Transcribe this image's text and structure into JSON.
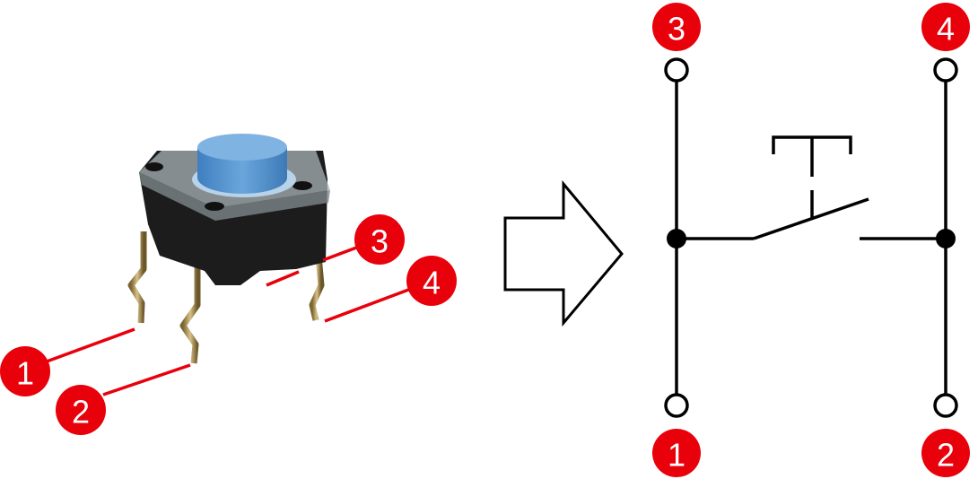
{
  "colors": {
    "badge": "#e8000b",
    "wire": "#000000",
    "cap": "#5b9bd5",
    "body": "#1a1a1a",
    "pin": "#b89a55"
  },
  "photo": {
    "labels": [
      "1",
      "2",
      "3",
      "4"
    ]
  },
  "schematic": {
    "top_labels": [
      "3",
      "4"
    ],
    "bottom_labels": [
      "1",
      "2"
    ]
  }
}
